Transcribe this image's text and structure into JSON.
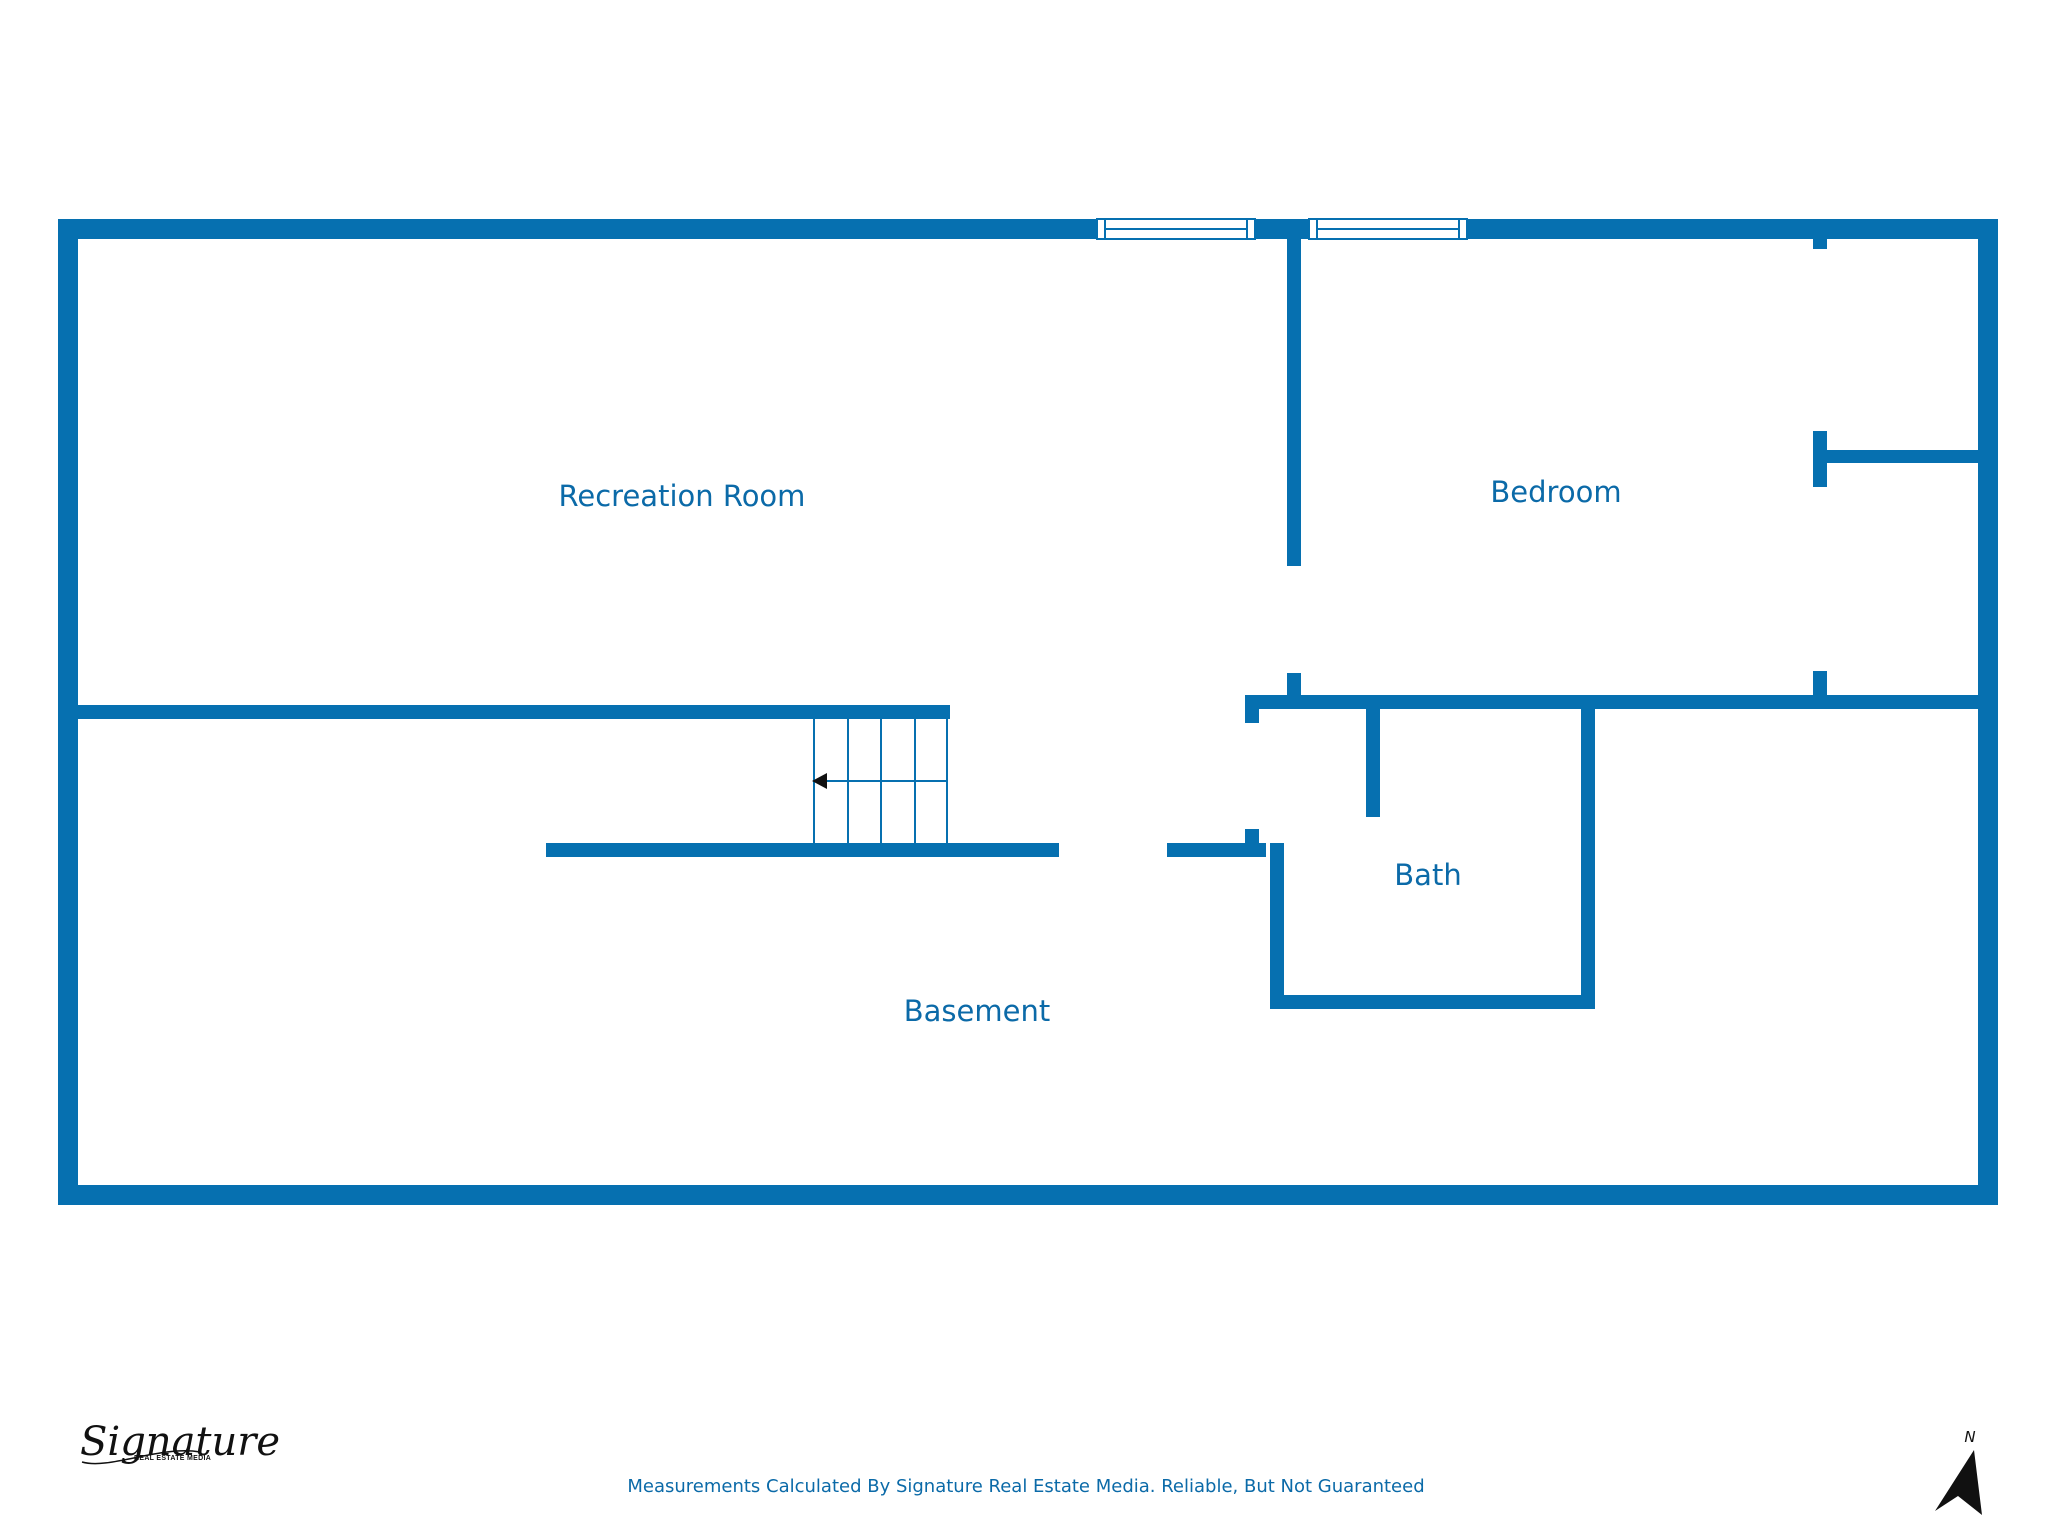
{
  "rooms": {
    "recreation": "Recreation Room",
    "bedroom": "Bedroom",
    "bath": "Bath",
    "basement": "Basement"
  },
  "footer": {
    "disclaimer": "Measurements Calculated By Signature Real Estate Media. Reliable, But Not Guaranteed"
  },
  "logo": {
    "script": "Signature",
    "subtitle": "REAL ESTATE MEDIA"
  },
  "compass": {
    "label": "N"
  },
  "colors": {
    "wall": "#0670b0",
    "label": "#0b6aa8"
  }
}
